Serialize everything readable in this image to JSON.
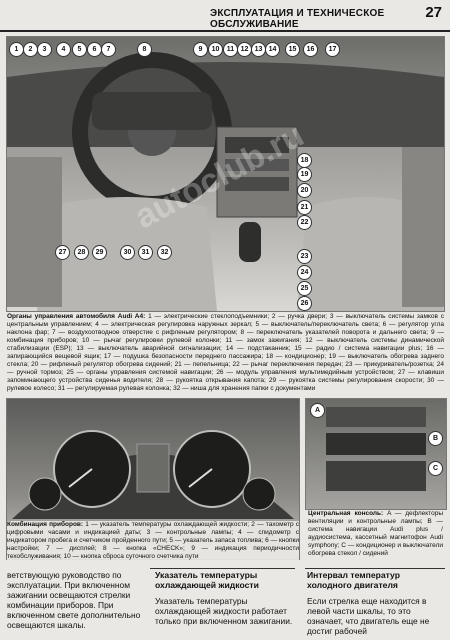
{
  "header": {
    "title": "ЭКСПЛУАТАЦИЯ И ТЕХНИЧЕСКОЕ ОБСЛУЖИВАНИЕ",
    "page": "27"
  },
  "callouts_main": [
    "1",
    "2",
    "3",
    "4",
    "5",
    "6",
    "7",
    "8",
    "9",
    "10",
    "11",
    "12",
    "13",
    "14",
    "15",
    "16",
    "17",
    "18",
    "19",
    "20",
    "21",
    "22",
    "23",
    "24",
    "25",
    "26",
    "27",
    "28",
    "29",
    "30",
    "31",
    "32"
  ],
  "callouts_console": [
    "A",
    "B",
    "C"
  ],
  "watermark": "autoclub.ru",
  "caption_main": {
    "lead": "Органы управления автомобиля Audi A4:",
    "text": "1 — электрические стеклоподъемники; 2 — ручка двери; 3 — выключатель системы замков с центральным управлением; 4 — электрическая регулировка наружных зеркал; 5 — выключатель/переключатель света; 6 — регулятор угла наклона фар; 7 — воздухоотводное отверстие с рифленым регулятором; 8 — переключатель указателей поворота и дальнего света; 9 — комбинация приборов; 10 — рычаг регулировки рулевой колонки; 11 — замок зажигания; 12 — выключатель системы динамической стабилизации (ESP); 13 — выключатель аварийной сигнализации; 14 — подстаканник; 15 — радио / система навигации plus; 16 — запирающийся вещевой ящик; 17 — подушка безопасности переднего пассажира; 18 — кондиционер; 19 — выключатель обогрева заднего стекла; 20 — рифленый регулятор обогрева сидений; 21 — пепельница; 22 — рычаг переключения передач; 23 — прикуриватель/розетка; 24 — ручной тормоз; 25 — органы управления системой навигации; 26 — модуль управления мультимедийным устройством; 27 — клавиши запоминающего устройства сиденья водителя; 28 — рукоятка открывания капота; 29 — рукоятка системы регулирования скорости; 30 — рулевое колесо; 31 — регулируемая рулевая колонка; 32 — ниша для хранения папки с документами"
  },
  "caption_cluster": {
    "lead": "Комбинация приборов:",
    "text": "1 — указатель температуры охлаждающей жидкости; 2 — тахометр с цифровыми часами и индикацией даты; 3 — контрольные лампы; 4 — спидометр с индикатором пробега и счетчиком пройденного пути; 5 — указатель запаса топлива; 6 — кнопки настройки; 7 — дисплей; 8 — кнопка «CHECK»; 9 — индикация периодичности техобслуживания; 10 — кнопка сброса суточного счетчика пути"
  },
  "caption_console": {
    "lead": "Центральная консоль:",
    "text": "A — дефлекторы вентиляции и контрольные лампы; B — система навигации Audi plus / аудиосистема, кассетный магнитофон Audi symphony; C — кондиционер и выключатели обогрева стекол / сидений"
  },
  "columns": [
    {
      "heading": "",
      "text": "ветствующую руководство по эксплуатации. При включенном зажигании освещаются стрелки комбинации приборов. При включенном свете дополнительно освещаются шкалы."
    },
    {
      "heading": "Указатель температуры охлаждающей жидкости",
      "text": "Указатель температуры охлаждающей жидкости работает только при включенном зажигании."
    },
    {
      "heading": "Интервал температур холодного двигателя",
      "text": "Если стрелка еще находится в левой части шкалы, то это означает, что двигатель еще не достиг рабочей"
    }
  ]
}
